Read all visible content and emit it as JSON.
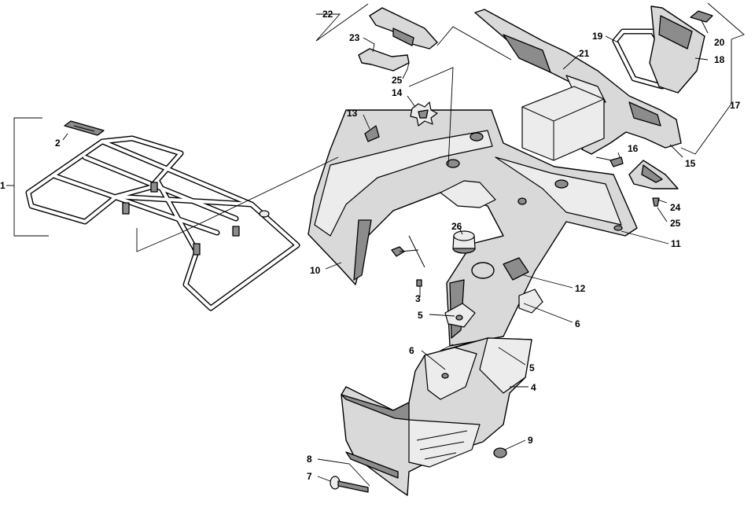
{
  "callouts": {
    "c1": "1",
    "c2": "2",
    "c3": "3",
    "c4": "4",
    "c5a": "5",
    "c5b": "5",
    "c6a": "6",
    "c6b": "6",
    "c7": "7",
    "c8": "8",
    "c9": "9",
    "c10": "10",
    "c11": "11",
    "c12": "12",
    "c13": "13",
    "c14": "14",
    "c15": "15",
    "c16": "16",
    "c17": "17",
    "c18": "18",
    "c19": "19",
    "c20": "20",
    "c21": "21",
    "c22": "22",
    "c23": "23",
    "c24": "24",
    "c25a": "25",
    "c25b": "25",
    "c26": "26"
  },
  "colors": {
    "line": "#000000",
    "part_fill": "#d9d9d9",
    "part_shadow": "#8c8c8c",
    "background": "#ffffff"
  }
}
